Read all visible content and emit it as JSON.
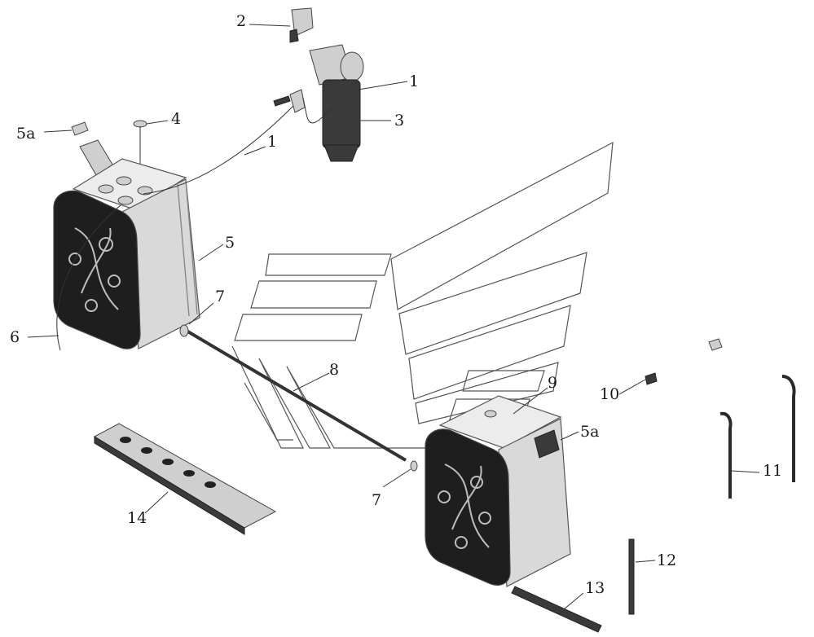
{
  "labels": {
    "l1a": "1",
    "l1b": "1",
    "l2": "2",
    "l3": "3",
    "l4": "4",
    "l5": "5",
    "l5a_left": "5a",
    "l5a_right": "5a",
    "l6": "6",
    "l7a": "7",
    "l7b": "7",
    "l8": "8",
    "l9": "9",
    "l10": "10",
    "l11": "11",
    "l12": "12",
    "l13": "13",
    "l14": "14"
  }
}
